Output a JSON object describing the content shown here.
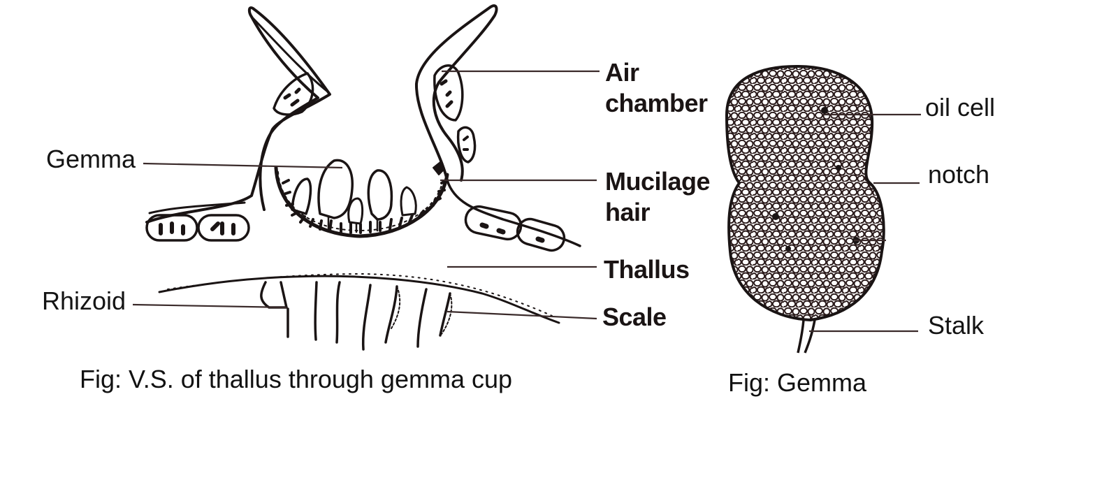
{
  "figure_left": {
    "caption": "Fig: V.S. of thallus through gemma cup",
    "labels_left": {
      "gemma": "Gemma",
      "rhizoid": "Rhizoid"
    },
    "labels_right": {
      "air_chamber_line1": "Air",
      "air_chamber_line2": "chamber",
      "mucilage_hair_line1": "Mucilage",
      "mucilage_hair_line2": "hair",
      "thallus": "Thallus",
      "scale": "Scale"
    }
  },
  "figure_right": {
    "caption": "Fig: Gemma",
    "labels": {
      "oil_cell": "oil cell",
      "notch": "notch",
      "stalk": "Stalk"
    }
  },
  "colors": {
    "ink": "#1a1414",
    "leader_line": "#3a2a2a",
    "background": "#ffffff"
  }
}
